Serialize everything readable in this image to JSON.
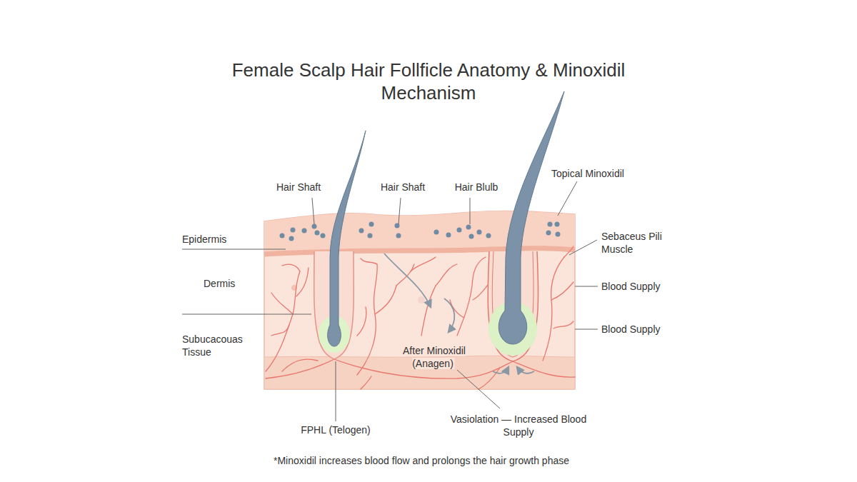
{
  "diagram": {
    "title": "Female Scalp Hair Follficle Anatomy & Minoxidil Mechanism",
    "caption": "*Minoxidil increases blood flow and prolongs the hair growth phase",
    "labels": [
      "Hair Shaft",
      "Hair Shaft",
      "Hair Blulb",
      "Topical Minoxidil",
      "Epidermis",
      "Sebaceus Pili Muscle",
      "Dermis",
      "Blood Supply",
      "Blood Supply",
      "Subucacouas Tissue",
      "After Minoxidil (Anagen)",
      "FPHL (Telogen)",
      "Vasiolation — Increased Blood Supply"
    ]
  }
}
